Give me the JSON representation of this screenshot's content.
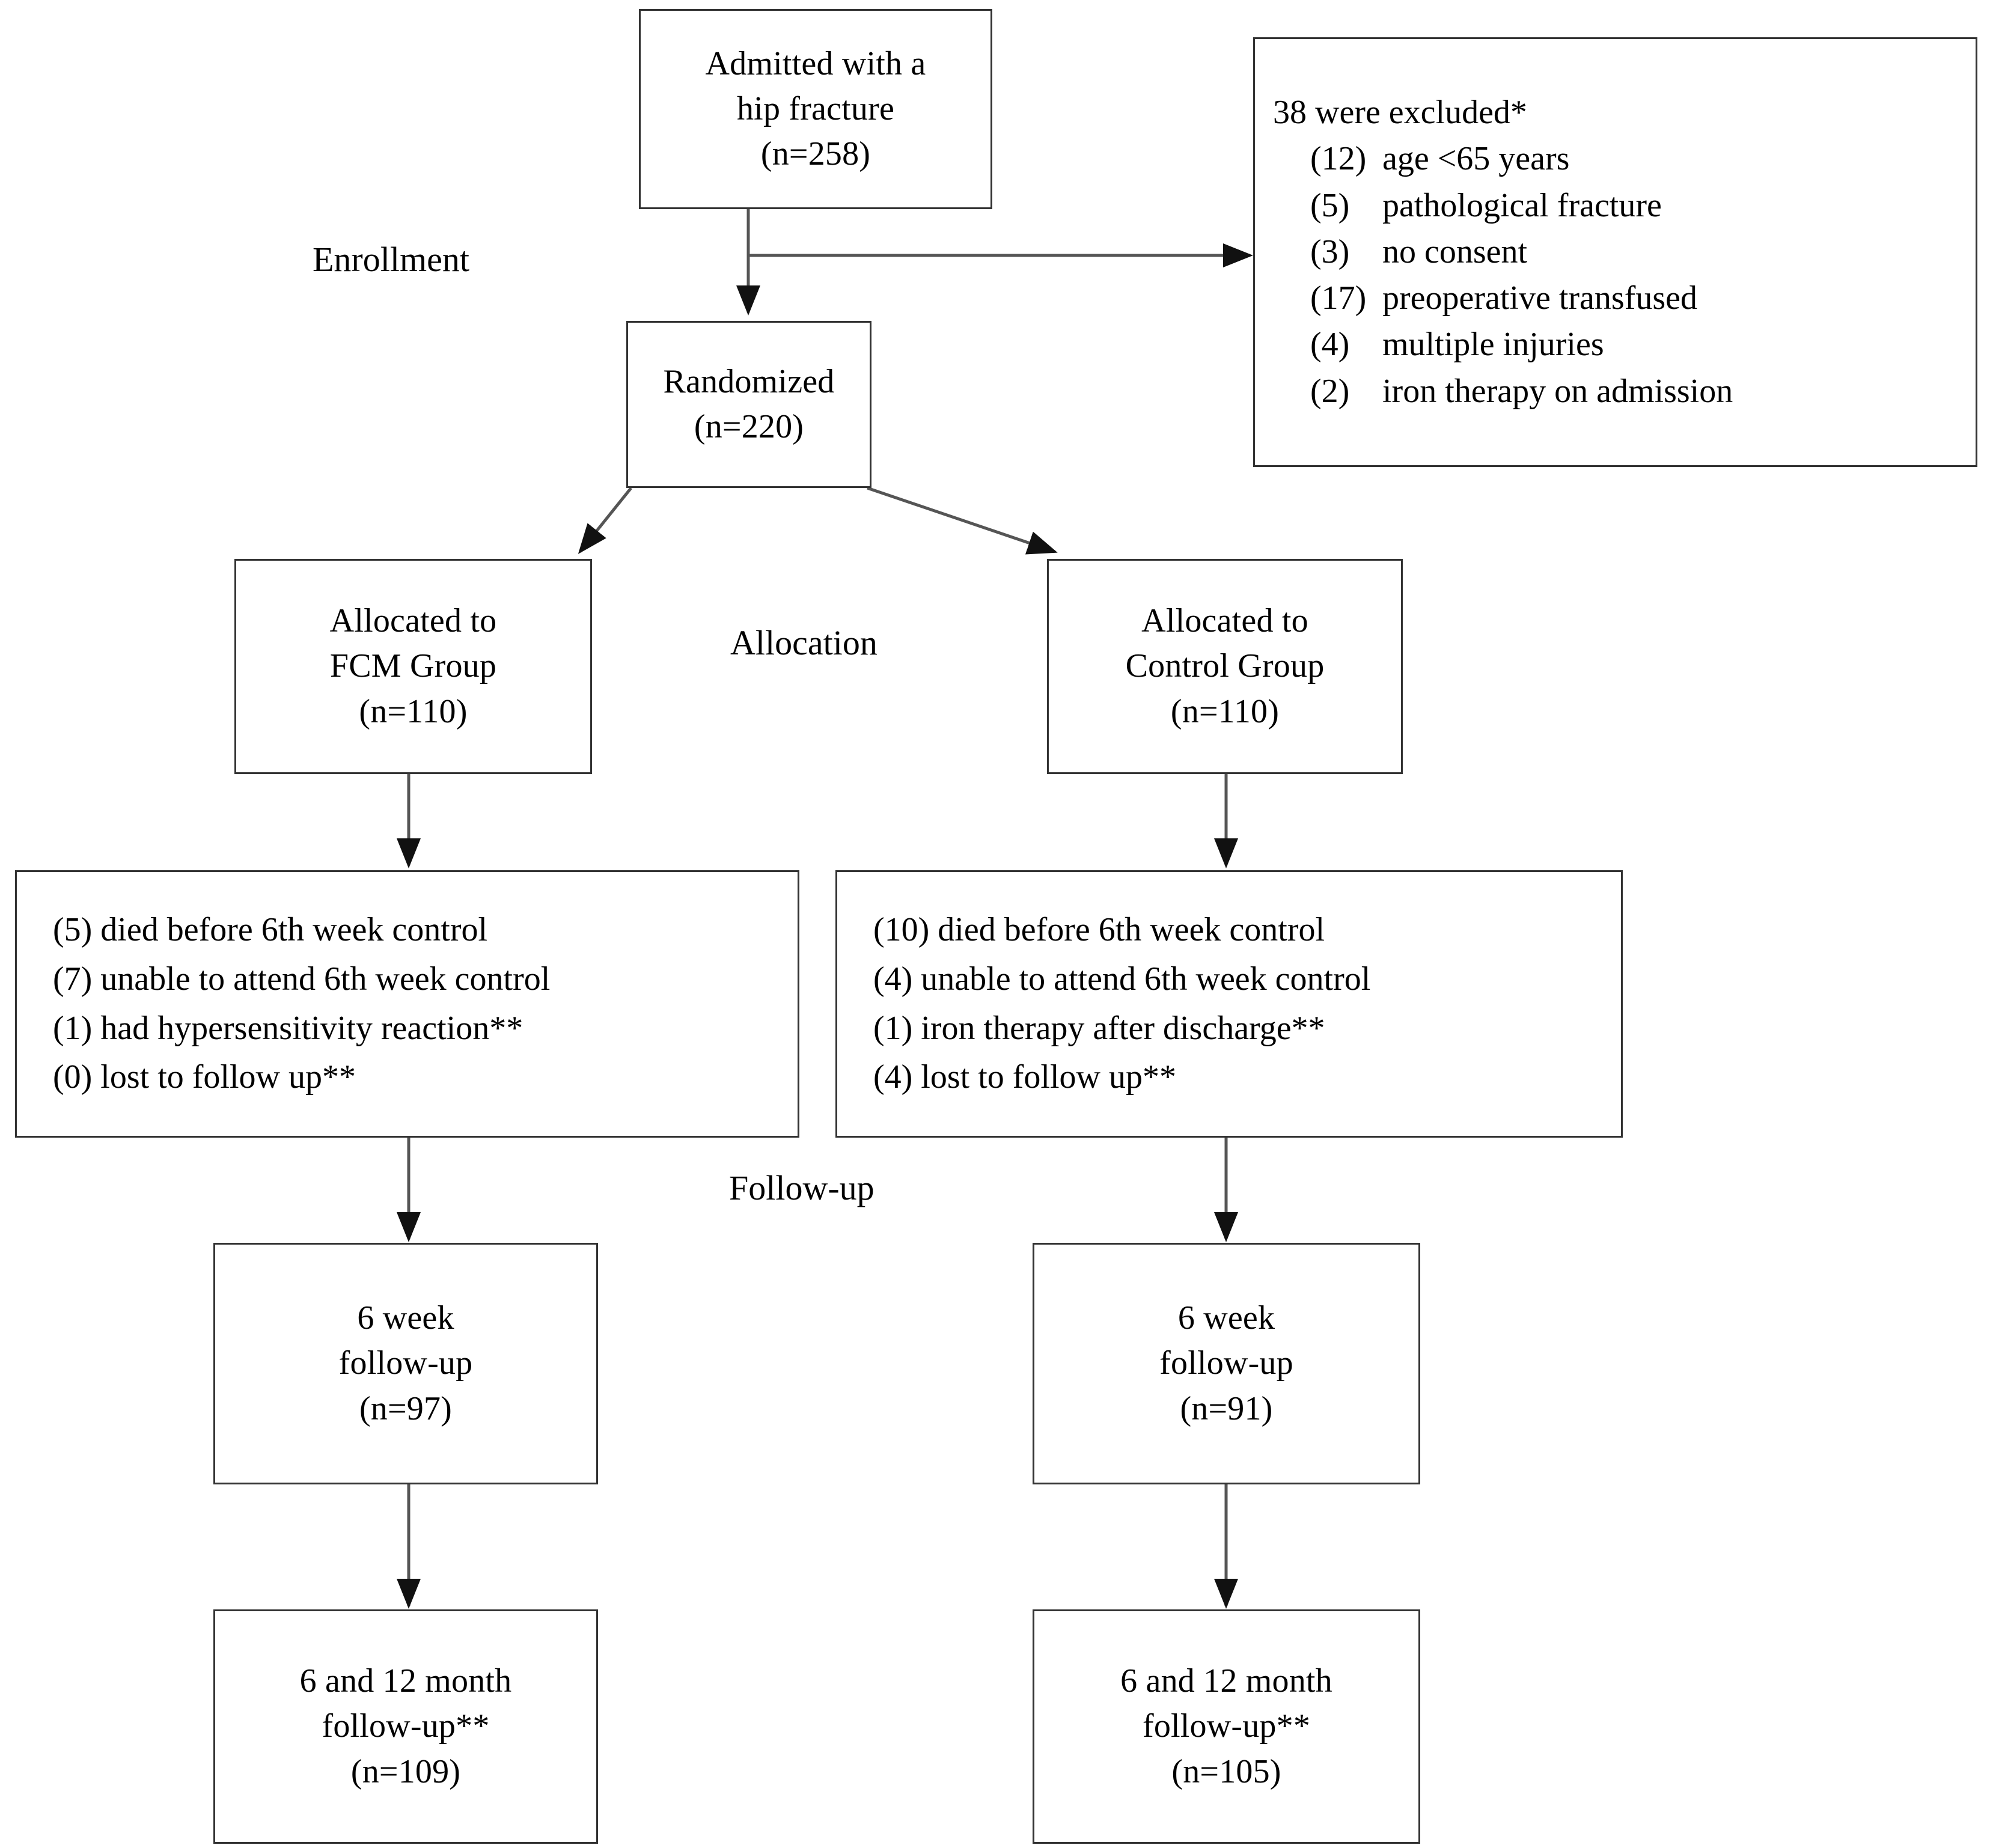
{
  "figure": {
    "type": "consort-flow-diagram",
    "title": "CONSORT participant flow diagram"
  },
  "stage_labels": [
    {
      "key": "enrollment",
      "text": "Enrollment"
    },
    {
      "key": "allocation",
      "text": "Allocation"
    },
    {
      "key": "followup",
      "text": "Follow-up"
    }
  ],
  "nodes": {
    "admitted": {
      "lines": [
        "Admitted with a",
        "hip fracture",
        "(n=258)"
      ],
      "n": 258
    },
    "excluded": {
      "heading": "38 were excluded*",
      "total": 38,
      "reasons": [
        {
          "count": "(12)",
          "label": "age <65 years",
          "n": 12
        },
        {
          "count": "(5)",
          "label": "pathological fracture",
          "n": 5
        },
        {
          "count": "(3)",
          "label": "no consent",
          "n": 3
        },
        {
          "count": "(17)",
          "label": "preoperative transfused",
          "n": 17
        },
        {
          "count": "(4)",
          "label": "multiple injuries",
          "n": 4
        },
        {
          "count": "(2)",
          "label": "iron therapy on admission",
          "n": 2
        }
      ]
    },
    "randomized": {
      "lines": [
        "Randomized",
        "(n=220)"
      ],
      "n": 220
    },
    "alloc_fcm": {
      "lines": [
        "Allocated to",
        "FCM Group",
        "(n=110)"
      ],
      "n": 110
    },
    "alloc_control": {
      "lines": [
        "Allocated to",
        "Control Group",
        "(n=110)"
      ],
      "n": 110
    },
    "loss_fcm": {
      "rows": [
        "(5) died before 6th week control",
        "(7) unable to attend 6th week control",
        "(1) had hypersensitivity reaction**",
        "(0) lost to follow up**"
      ]
    },
    "loss_control": {
      "rows": [
        "(10) died before 6th week control",
        "(4) unable to attend 6th week control",
        "(1) iron therapy after discharge**",
        "(4) lost to follow up**"
      ]
    },
    "fu6w_fcm": {
      "lines": [
        "6 week",
        "follow-up",
        "(n=97)"
      ],
      "n": 97
    },
    "fu6w_control": {
      "lines": [
        "6 week",
        "follow-up",
        "(n=91)"
      ],
      "n": 91
    },
    "fu612m_fcm": {
      "lines": [
        "6 and 12 month",
        "follow-up**",
        "(n=109)"
      ],
      "n": 109
    },
    "fu612m_control": {
      "lines": [
        "6 and 12 month",
        "follow-up**",
        "(n=105)"
      ],
      "n": 105
    }
  },
  "colors": {
    "stroke": "#333333",
    "text": "#000000",
    "background": "#ffffff",
    "connector": "#555555"
  }
}
